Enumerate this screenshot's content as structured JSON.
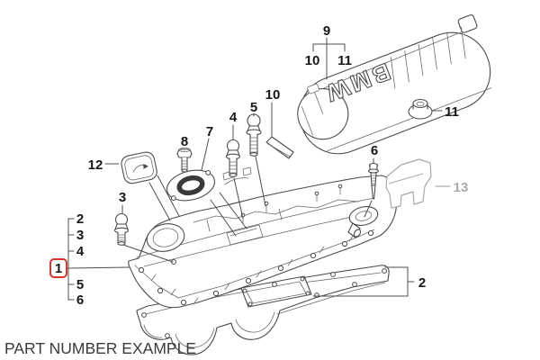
{
  "footer": {
    "caption": "PART NUMBER EXAMPLE"
  },
  "engine_cover": {
    "brand": "BMW"
  },
  "colors": {
    "line": "#4b4b4b",
    "muted_part": "#a9a9a9",
    "highlight_red": "#d8352c",
    "caption_text": "#3b3b3b"
  },
  "callouts": {
    "example_part": "1",
    "list": {
      "item2": "2",
      "item3": "3",
      "item4": "4",
      "item5": "5",
      "item6": "6"
    },
    "bolt3": "3",
    "bolt4": "4",
    "bolt5": "5",
    "screw6": "6",
    "flange7": "7",
    "bolt8": "8",
    "cover9": "9",
    "cover_group10": "10",
    "cover_group11": "11",
    "seal10": "10",
    "grommet11": "11",
    "cap12": "12",
    "bracket13": "13",
    "gasket2": "2"
  }
}
